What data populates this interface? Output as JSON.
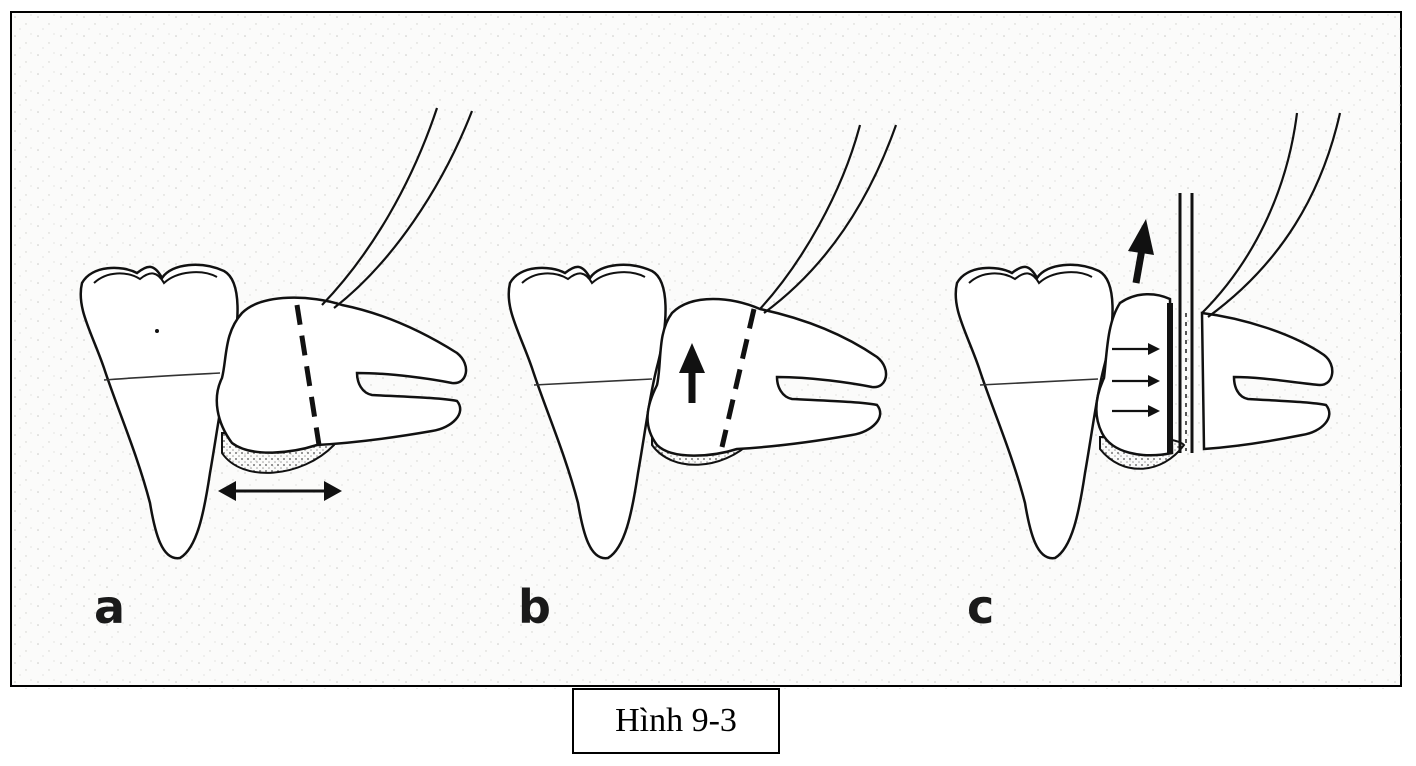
{
  "figure": {
    "panels": [
      {
        "label": "a"
      },
      {
        "label": "b"
      },
      {
        "label": "c"
      }
    ]
  },
  "caption": "Hình 9-3"
}
